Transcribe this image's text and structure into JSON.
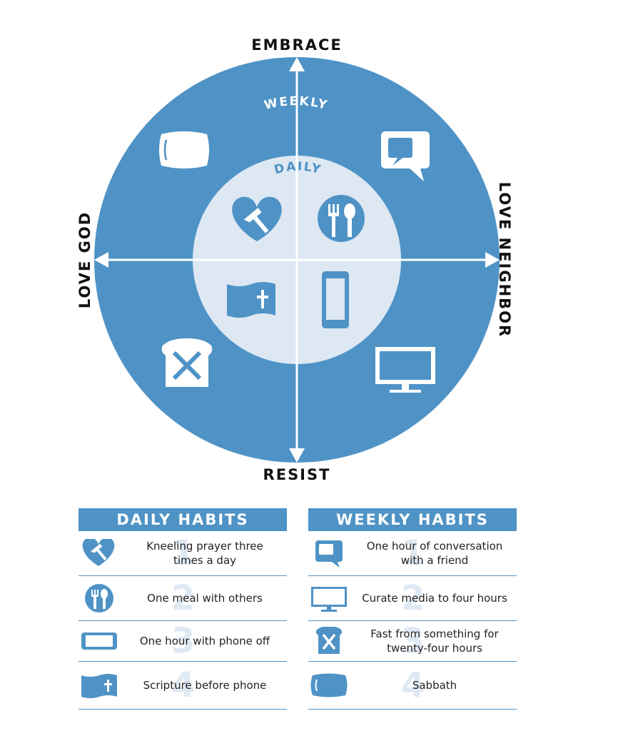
{
  "axes": {
    "top": "EMBRACE",
    "bottom": "RESIST",
    "left": "LOVE GOD",
    "right": "LOVE NEIGHBOR"
  },
  "rings": {
    "outer": "WEEKLY",
    "inner": "DAILY"
  },
  "colors": {
    "outer_circle": "#4f93c6",
    "inner_circle": "#dde8f3",
    "axis_lines": "#ffffff",
    "text_dark": "#231f20",
    "table_rule": "#4f93c6"
  },
  "diagram_icons": {
    "outer_top_left": "pillow-icon",
    "outer_top_right": "speech-bubble-icon",
    "outer_bottom_left": "bread-cross-icon",
    "outer_bottom_right": "monitor-icon",
    "inner_top_left": "heart-hammer-icon",
    "inner_top_right": "fork-spoon-icon",
    "inner_bottom_left": "bible-icon",
    "inner_bottom_right": "phone-icon"
  },
  "daily_habits": {
    "title": "DAILY HABITS",
    "items": [
      {
        "num": "1",
        "icon": "heart-hammer-icon",
        "line1": "Kneeling prayer three",
        "line2": "times a day"
      },
      {
        "num": "2",
        "icon": "fork-spoon-icon",
        "line1": "One meal with others",
        "line2": ""
      },
      {
        "num": "3",
        "icon": "phone-landscape-icon",
        "line1": "One hour with phone off",
        "line2": ""
      },
      {
        "num": "4",
        "icon": "bible-icon",
        "line1": "Scripture before phone",
        "line2": ""
      }
    ]
  },
  "weekly_habits": {
    "title": "WEEKLY HABITS",
    "items": [
      {
        "num": "1",
        "icon": "speech-bubble-icon",
        "line1": "One hour of conversation",
        "line2": "with a friend"
      },
      {
        "num": "2",
        "icon": "monitor-icon",
        "line1": "Curate media to four hours",
        "line2": ""
      },
      {
        "num": "3",
        "icon": "bread-cross-icon",
        "line1": "Fast from something for",
        "line2": "twenty-four hours"
      },
      {
        "num": "4",
        "icon": "pillow-icon",
        "line1": "Sabbath",
        "line2": ""
      }
    ]
  }
}
